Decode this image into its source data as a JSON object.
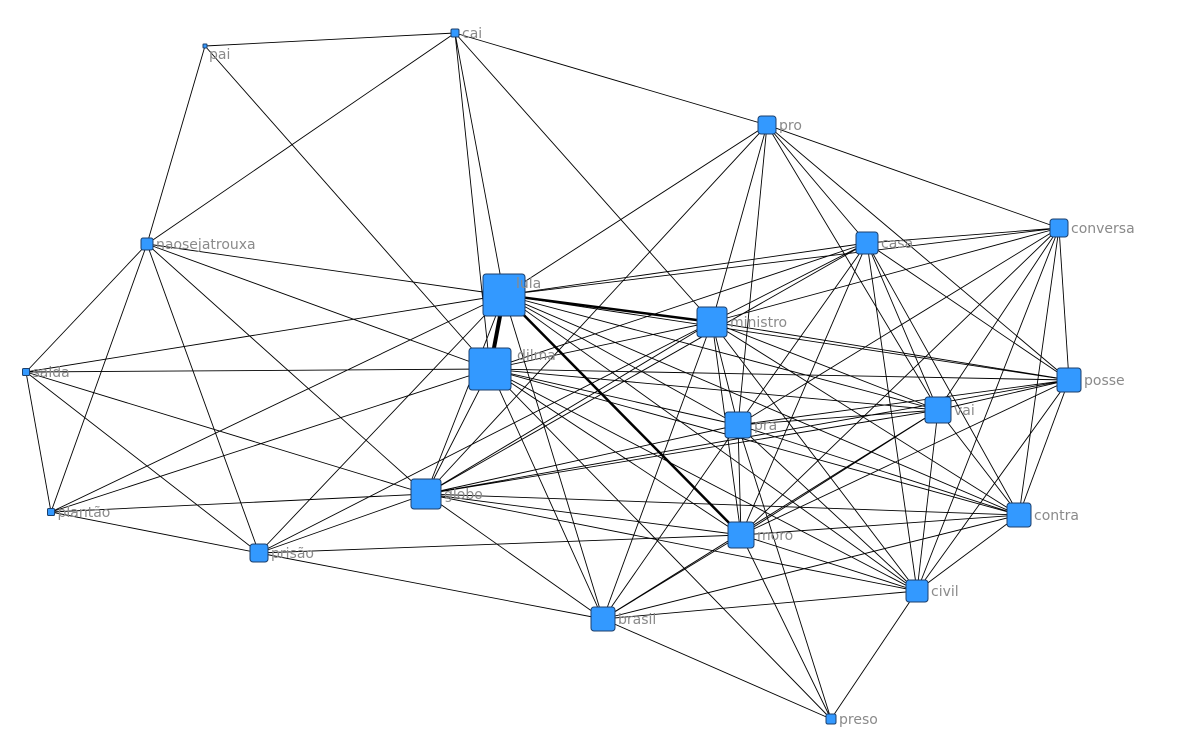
{
  "graph": {
    "node_color": "#3399ff",
    "node_border": "#1c3f6b",
    "edge_color": "#000000",
    "label_color": "#8a8a8a",
    "nodes": [
      {
        "id": "pai",
        "label": "pai"
      },
      {
        "id": "cai",
        "label": "cai"
      },
      {
        "id": "pro",
        "label": "pro"
      },
      {
        "id": "conversa",
        "label": "conversa"
      },
      {
        "id": "casa",
        "label": "casa"
      },
      {
        "id": "naosejatrouxa",
        "label": "naosejatrouxa"
      },
      {
        "id": "lula",
        "label": "lula"
      },
      {
        "id": "ministro",
        "label": "ministro"
      },
      {
        "id": "dilma",
        "label": "dilma"
      },
      {
        "id": "saida",
        "label": "saida"
      },
      {
        "id": "posse",
        "label": "posse"
      },
      {
        "id": "vai",
        "label": "vai"
      },
      {
        "id": "pra",
        "label": "pra"
      },
      {
        "id": "globo",
        "label": "globo"
      },
      {
        "id": "plantao",
        "label": "plantão"
      },
      {
        "id": "contra",
        "label": "contra"
      },
      {
        "id": "moro",
        "label": "moro"
      },
      {
        "id": "prisao",
        "label": "prisão"
      },
      {
        "id": "civil",
        "label": "civil"
      },
      {
        "id": "brasil",
        "label": "brasil"
      },
      {
        "id": "preso",
        "label": "preso"
      }
    ],
    "edges": [
      [
        "pai",
        "cai"
      ],
      [
        "pai",
        "naosejatrouxa"
      ],
      [
        "pai",
        "dilma"
      ],
      [
        "cai",
        "lula"
      ],
      [
        "cai",
        "dilma"
      ],
      [
        "cai",
        "pro"
      ],
      [
        "cai",
        "naosejatrouxa"
      ],
      [
        "cai",
        "ministro"
      ],
      [
        "pro",
        "lula"
      ],
      [
        "pro",
        "ministro"
      ],
      [
        "pro",
        "casa"
      ],
      [
        "pro",
        "conversa"
      ],
      [
        "pro",
        "pra"
      ],
      [
        "pro",
        "globo"
      ],
      [
        "pro",
        "vai"
      ],
      [
        "pro",
        "posse"
      ],
      [
        "conversa",
        "lula"
      ],
      [
        "conversa",
        "casa"
      ],
      [
        "conversa",
        "ministro"
      ],
      [
        "conversa",
        "posse"
      ],
      [
        "conversa",
        "vai"
      ],
      [
        "conversa",
        "pra"
      ],
      [
        "conversa",
        "moro"
      ],
      [
        "conversa",
        "contra"
      ],
      [
        "conversa",
        "civil"
      ],
      [
        "casa",
        "lula"
      ],
      [
        "casa",
        "ministro"
      ],
      [
        "casa",
        "dilma"
      ],
      [
        "casa",
        "pra"
      ],
      [
        "casa",
        "vai"
      ],
      [
        "casa",
        "posse"
      ],
      [
        "casa",
        "contra"
      ],
      [
        "casa",
        "civil"
      ],
      [
        "casa",
        "moro"
      ],
      [
        "casa",
        "globo"
      ],
      [
        "naosejatrouxa",
        "lula"
      ],
      [
        "naosejatrouxa",
        "dilma"
      ],
      [
        "naosejatrouxa",
        "saida"
      ],
      [
        "naosejatrouxa",
        "plantao"
      ],
      [
        "naosejatrouxa",
        "prisao"
      ],
      [
        "naosejatrouxa",
        "globo"
      ],
      [
        "lula",
        "dilma"
      ],
      [
        "lula",
        "ministro"
      ],
      [
        "lula",
        "saida"
      ],
      [
        "lula",
        "plantao"
      ],
      [
        "lula",
        "globo"
      ],
      [
        "lula",
        "pra"
      ],
      [
        "lula",
        "vai"
      ],
      [
        "lula",
        "posse"
      ],
      [
        "lula",
        "moro"
      ],
      [
        "lula",
        "contra"
      ],
      [
        "lula",
        "civil"
      ],
      [
        "lula",
        "brasil"
      ],
      [
        "lula",
        "prisao"
      ],
      [
        "ministro",
        "dilma"
      ],
      [
        "ministro",
        "pra"
      ],
      [
        "ministro",
        "vai"
      ],
      [
        "ministro",
        "posse"
      ],
      [
        "ministro",
        "globo"
      ],
      [
        "ministro",
        "moro"
      ],
      [
        "ministro",
        "contra"
      ],
      [
        "ministro",
        "civil"
      ],
      [
        "ministro",
        "brasil"
      ],
      [
        "ministro",
        "prisao"
      ],
      [
        "dilma",
        "saida"
      ],
      [
        "dilma",
        "globo"
      ],
      [
        "dilma",
        "pra"
      ],
      [
        "dilma",
        "vai"
      ],
      [
        "dilma",
        "posse"
      ],
      [
        "dilma",
        "moro"
      ],
      [
        "dilma",
        "contra"
      ],
      [
        "dilma",
        "civil"
      ],
      [
        "dilma",
        "brasil"
      ],
      [
        "dilma",
        "preso"
      ],
      [
        "dilma",
        "plantao"
      ],
      [
        "saida",
        "plantao"
      ],
      [
        "saida",
        "prisao"
      ],
      [
        "saida",
        "globo"
      ],
      [
        "posse",
        "vai"
      ],
      [
        "posse",
        "pra"
      ],
      [
        "posse",
        "moro"
      ],
      [
        "posse",
        "contra"
      ],
      [
        "posse",
        "civil"
      ],
      [
        "posse",
        "globo"
      ],
      [
        "vai",
        "pra"
      ],
      [
        "vai",
        "moro"
      ],
      [
        "vai",
        "contra"
      ],
      [
        "vai",
        "civil"
      ],
      [
        "vai",
        "globo"
      ],
      [
        "vai",
        "brasil"
      ],
      [
        "pra",
        "globo"
      ],
      [
        "pra",
        "moro"
      ],
      [
        "pra",
        "contra"
      ],
      [
        "pra",
        "civil"
      ],
      [
        "pra",
        "brasil"
      ],
      [
        "pra",
        "preso"
      ],
      [
        "globo",
        "plantao"
      ],
      [
        "globo",
        "prisao"
      ],
      [
        "globo",
        "moro"
      ],
      [
        "globo",
        "contra"
      ],
      [
        "globo",
        "civil"
      ],
      [
        "globo",
        "brasil"
      ],
      [
        "contra",
        "moro"
      ],
      [
        "contra",
        "civil"
      ],
      [
        "contra",
        "brasil"
      ],
      [
        "moro",
        "prisao"
      ],
      [
        "moro",
        "civil"
      ],
      [
        "moro",
        "brasil"
      ],
      [
        "moro",
        "preso"
      ],
      [
        "civil",
        "brasil"
      ],
      [
        "civil",
        "preso"
      ],
      [
        "brasil",
        "preso"
      ],
      [
        "brasil",
        "prisao"
      ],
      [
        "plantao",
        "prisao"
      ]
    ]
  }
}
